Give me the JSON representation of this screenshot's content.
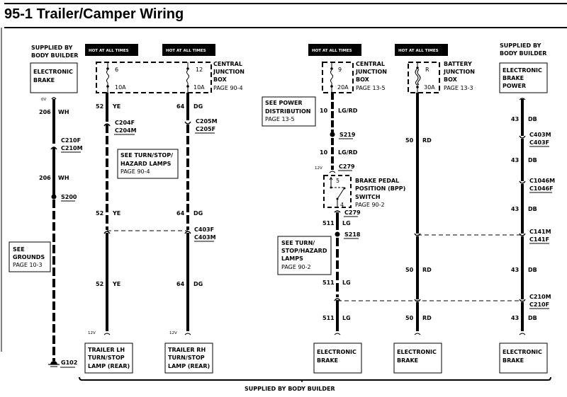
{
  "title": "95-1 Trailer/Camper Wiring",
  "hot_label": "HOT AT ALL TIMES",
  "supplied_label": [
    "SUPPLIED BY",
    "BODY BUILDER"
  ],
  "bottom_bracket_label": "SUPPLIED BY BODY BUILDER",
  "top_components": {
    "electronic_brake_left": [
      "ELECTRONIC",
      "BRAKE"
    ],
    "electronic_brake_power": [
      "ELECTRONIC",
      "BRAKE",
      "POWER"
    ],
    "central_junction_box_1": {
      "label": [
        "CENTRAL",
        "JUNCTION",
        "BOX"
      ],
      "page": "PAGE 90-4",
      "fuses": [
        {
          "num": "6",
          "amp": "10A"
        },
        {
          "num": "12",
          "amp": "10A"
        }
      ]
    },
    "central_junction_box_2": {
      "label": [
        "CENTRAL",
        "JUNCTION",
        "BOX"
      ],
      "page": "PAGE 13-5",
      "fuse": {
        "num": "9",
        "amp": "20A"
      }
    },
    "battery_junction_box": {
      "label": [
        "BATTERY",
        "JUNCTION",
        "BOX"
      ],
      "page": "PAGE 13-3",
      "fuse": {
        "num": "R",
        "amp": "30A"
      }
    }
  },
  "references": {
    "turn_stop_hazard_1": {
      "lines": [
        "SEE TURN/STOP/",
        "HAZARD LAMPS"
      ],
      "page": "PAGE 90-4"
    },
    "power_distribution": {
      "lines": [
        "SEE POWER",
        "DISTRIBUTION"
      ],
      "page": "PAGE 13-5"
    },
    "grounds": {
      "lines": [
        "SEE",
        "GROUNDS"
      ],
      "page": "PAGE 10-3"
    },
    "turn_stop_hazard_2": {
      "lines": [
        "SEE TURN/",
        "STOP/HAZARD",
        "LAMPS"
      ],
      "page": "PAGE 90-2"
    }
  },
  "bpp_switch": {
    "label": [
      "BRAKE PEDAL",
      "POSITION (BPP)",
      "SWITCH"
    ],
    "page": "PAGE 90-2",
    "pin_top": "5",
    "pin_bottom": "4"
  },
  "voltages": {
    "zero": "0V",
    "twelve": "12V"
  },
  "circuits": {
    "c206": {
      "num": "206",
      "color": "WH"
    },
    "c52": {
      "num": "52",
      "color": "YE"
    },
    "c64": {
      "num": "64",
      "color": "DG"
    },
    "c10": {
      "num": "10",
      "color": "LG/RD"
    },
    "c511": {
      "num": "511",
      "color": "LG"
    },
    "c50": {
      "num": "50",
      "color": "RD"
    },
    "c43": {
      "num": "43",
      "color": "DB"
    }
  },
  "connectors": {
    "c210f": "C210F",
    "c210m": "C210M",
    "c204f": "C204F",
    "c204m": "C204M",
    "c205m": "C205M",
    "c205f": "C205F",
    "c403f": "C403F",
    "c403m": "C403M",
    "c279": "C279",
    "c1046m": "C1046M",
    "c1046f": "C1046F",
    "c141m": "C141M",
    "c141f": "C141F"
  },
  "splices": {
    "s200": "S200",
    "s219": "S219",
    "s218": "S218"
  },
  "ground": "G102",
  "bottom_components": {
    "trailer_lh": [
      "TRAILER LH",
      "TURN/STOP",
      "LAMP (REAR)"
    ],
    "trailer_rh": [
      "TRAILER RH",
      "TURN/STOP",
      "LAMP (REAR)"
    ],
    "electronic_brake": [
      "ELECTRONIC",
      "BRAKE"
    ]
  }
}
